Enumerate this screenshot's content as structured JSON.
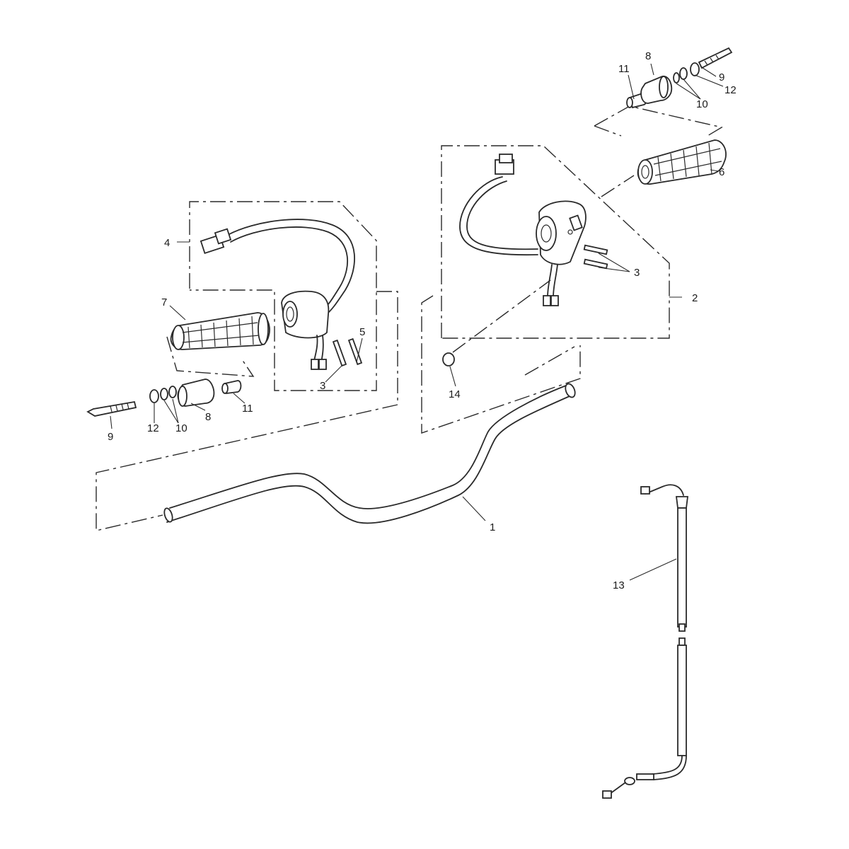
{
  "diagram": {
    "callouts": {
      "c1": "1",
      "c2": "2",
      "c3_left": "3",
      "c3_right": "3",
      "c4": "4",
      "c5": "5",
      "c6": "6",
      "c7": "7",
      "c8_left": "8",
      "c8_right": "8",
      "c9_left": "9",
      "c9_right": "9",
      "c10_left": "10",
      "c10_right": "10",
      "c11_left": "11",
      "c11_right": "11",
      "c12_left": "12",
      "c12_right": "12",
      "c13": "13",
      "c14": "14"
    }
  }
}
